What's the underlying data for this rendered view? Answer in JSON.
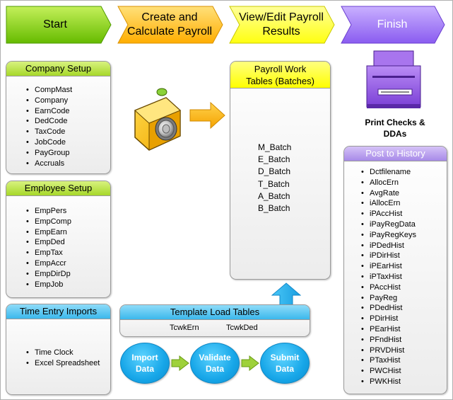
{
  "steps": [
    {
      "label": "Start",
      "color": "#7fd400"
    },
    {
      "label": "Create and Calculate Payroll",
      "color": "#ffc000"
    },
    {
      "label": "View/Edit Payroll Results",
      "color": "#ffff33"
    },
    {
      "label": "Finish",
      "color": "#9966ff"
    }
  ],
  "company_setup": {
    "title": "Company Setup",
    "items": [
      "CompMast",
      "Company",
      "EarnCode",
      "DedCode",
      "TaxCode",
      "JobCode",
      "PayGroup",
      "Accruals"
    ]
  },
  "employee_setup": {
    "title": "Employee Setup",
    "items": [
      "EmpPers",
      "EmpComp",
      "EmpEarn",
      "EmpDed",
      "EmpTax",
      "EmpAccr",
      "EmpDirDp",
      "EmpJob"
    ]
  },
  "time_entry": {
    "title": "Time Entry Imports",
    "items": [
      "Time Clock",
      "Excel Spreadsheet"
    ]
  },
  "work_tables": {
    "title": "Payroll Work Tables (Batches)",
    "items": [
      "M_Batch",
      "E_Batch",
      "D_Batch",
      "T_Batch",
      "A_Batch",
      "B_Batch"
    ]
  },
  "template_load": {
    "title": "Template Load Tables",
    "items": [
      "TcwkErn",
      "TcwkDed"
    ]
  },
  "actions": [
    {
      "label": "Import Data"
    },
    {
      "label": "Validate Data"
    },
    {
      "label": "Submit Data"
    }
  ],
  "print_label": "Print Checks & DDAs",
  "post_history": {
    "title": "Post to History",
    "items": [
      "Dctfilename",
      "AllocErn",
      "AvgRate",
      "iAllocErn",
      "iPAccHist",
      "iPayRegData",
      "iPayRegKeys",
      "iPDedHist",
      "iPDirHist",
      "iPEarHist",
      "iPTaxHist",
      "PAccHist",
      "PayReg",
      "PDedHist",
      "PDirHist",
      "PEarHist",
      "PFndHist",
      "PRVDHist",
      "PTaxHist",
      "PWCHist",
      "PWKHist"
    ]
  }
}
